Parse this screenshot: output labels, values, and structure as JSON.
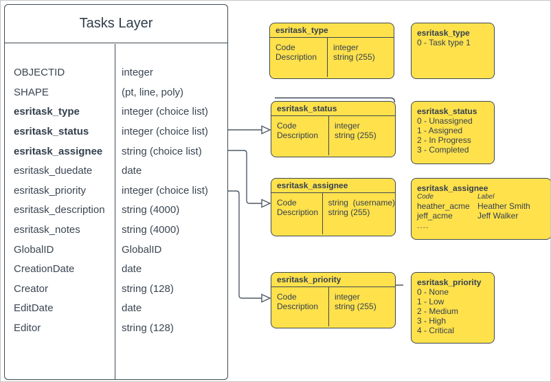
{
  "main_table": {
    "title": "Tasks Layer",
    "fields": [
      {
        "name": "OBJECTID",
        "type": "integer"
      },
      {
        "name": "SHAPE",
        "type": "(pt, line, poly)"
      },
      {
        "name": "esritask_type",
        "type": "integer (choice list)"
      },
      {
        "name": "esritask_status",
        "type": "integer (choice list)"
      },
      {
        "name": "esritask_assignee",
        "type": "string (choice list)"
      },
      {
        "name": "esritask_duedate",
        "type": "date"
      },
      {
        "name": "esritask_priority",
        "type": "integer (choice list)"
      },
      {
        "name": "esritask_description",
        "type": "string (4000)"
      },
      {
        "name": "esritask_notes",
        "type": "string (4000)"
      },
      {
        "name": "GlobalID",
        "type": "GlobalID"
      },
      {
        "name": "CreationDate",
        "type": "date"
      },
      {
        "name": "Creator",
        "type": "string (128)"
      },
      {
        "name": "EditDate",
        "type": "date"
      },
      {
        "name": "Editor",
        "type": "string (128)"
      }
    ]
  },
  "detail_boxes": [
    {
      "title": "esritask_type",
      "rows": [
        {
          "key": "Code",
          "value": "integer"
        },
        {
          "key": "Description",
          "value": "string (255)"
        }
      ]
    },
    {
      "title": "esritask_status",
      "rows": [
        {
          "key": "Code",
          "value": "integer"
        },
        {
          "key": "Description",
          "value": "string (255)"
        }
      ]
    },
    {
      "title": "esritask_assignee",
      "rows": [
        {
          "key": "Code",
          "value": "string  (username)"
        },
        {
          "key": "Description",
          "value": "string (255)"
        }
      ]
    },
    {
      "title": "esritask_priority",
      "rows": [
        {
          "key": "Code",
          "value": "integer"
        },
        {
          "key": "Description",
          "value": "string (255)"
        }
      ]
    }
  ],
  "value_boxes": [
    {
      "title": "esritask_type",
      "lines": [
        "0 - Task type 1"
      ]
    },
    {
      "title": "esritask_status",
      "lines": [
        "0 - Unassigned",
        "1 - Assigned",
        "2 - In Progress",
        "3 - Completed"
      ]
    },
    {
      "title": "esritask_assignee",
      "col_headers": [
        "Code",
        "Label"
      ],
      "entries": [
        {
          "code": "heather_acme",
          "label": "Heather Smith"
        },
        {
          "code": "jeff_acme",
          "label": "Jeff Walker"
        }
      ],
      "more": "...."
    },
    {
      "title": "esritask_priority",
      "lines": [
        "0 - None",
        "1 - Low",
        "2 - Medium",
        "3 - High",
        "4 - Critical"
      ]
    }
  ],
  "colors": {
    "box_fill": "#FFE14C",
    "box_stroke": "#3D4852",
    "text": "#33404E",
    "connector": "#4D5866"
  }
}
